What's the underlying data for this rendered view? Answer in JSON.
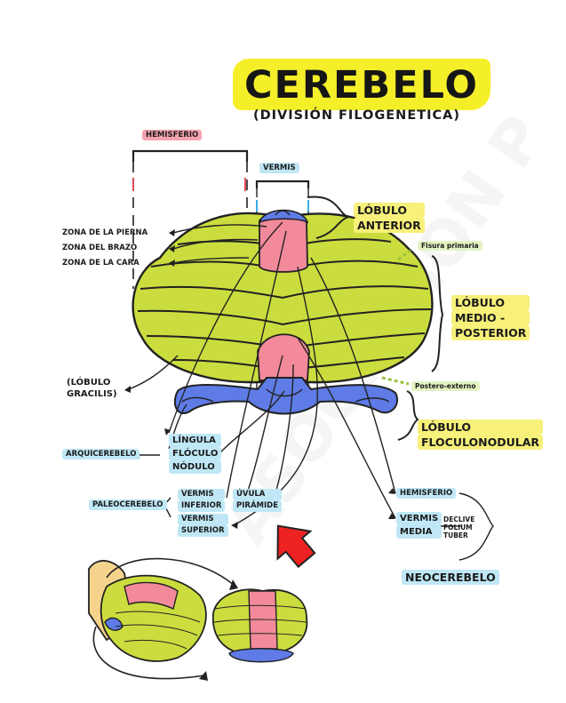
{
  "title": "CEREBELO",
  "subtitle": "(DIVISIÓN FILOGENETICA)",
  "labels": {
    "hemisferio_top": "HEMISFERIO",
    "vermis_top": "VERMIS",
    "lobulo_anterior": [
      "LÓBULO",
      "ANTERIOR"
    ],
    "fisura_primaria": "Fisura primaria",
    "lobulo_medio": [
      "LÓBULO",
      "MEDIO -",
      "POSTERIOR"
    ],
    "postero_externo": "Postero-externo",
    "lobulo_floculo": [
      "LÓBULO",
      "FLOCULONODULAR"
    ],
    "zona_pierna": "ZONA DE LA PIERNA",
    "zona_brazo": "ZONA DEL BRAZO",
    "zona_cara": "ZONA DE LA CARA",
    "lobulo_gracilis": [
      "(LÓBULO",
      "GRACILIS)"
    ],
    "arquicerebelo": "ARQUICEREBELO",
    "lingula": "LÍNGULA",
    "floculo": "FLÓCULO",
    "nodulo": "NÓDULO",
    "paleocerebelo": "PALEOCEREBELO",
    "vermis_inferior": [
      "VERMIS",
      "INFERIOR"
    ],
    "vermis_superior": [
      "VERMIS",
      "SUPERIOR"
    ],
    "uvula": "ÚVULA",
    "piramide": "PIRÁMIDE",
    "hemisferio_right": "HEMISFERIO",
    "vermis_media": [
      "VERMIS",
      "MEDIA"
    ],
    "declive": [
      "DECLIVE",
      "FOLIUM",
      "TUBER"
    ],
    "neocerebelo": "NEOCEREBELO"
  },
  "colors": {
    "hemisphere": "#cbdd3e",
    "vermis": "#f28a9b",
    "flocculonodular": "#5e7be6",
    "title_bg": "#f5ef2a",
    "arrow": "#ee2222",
    "brainstem": "#f6d38c"
  },
  "watermark": "ASOCIACIÓN P"
}
